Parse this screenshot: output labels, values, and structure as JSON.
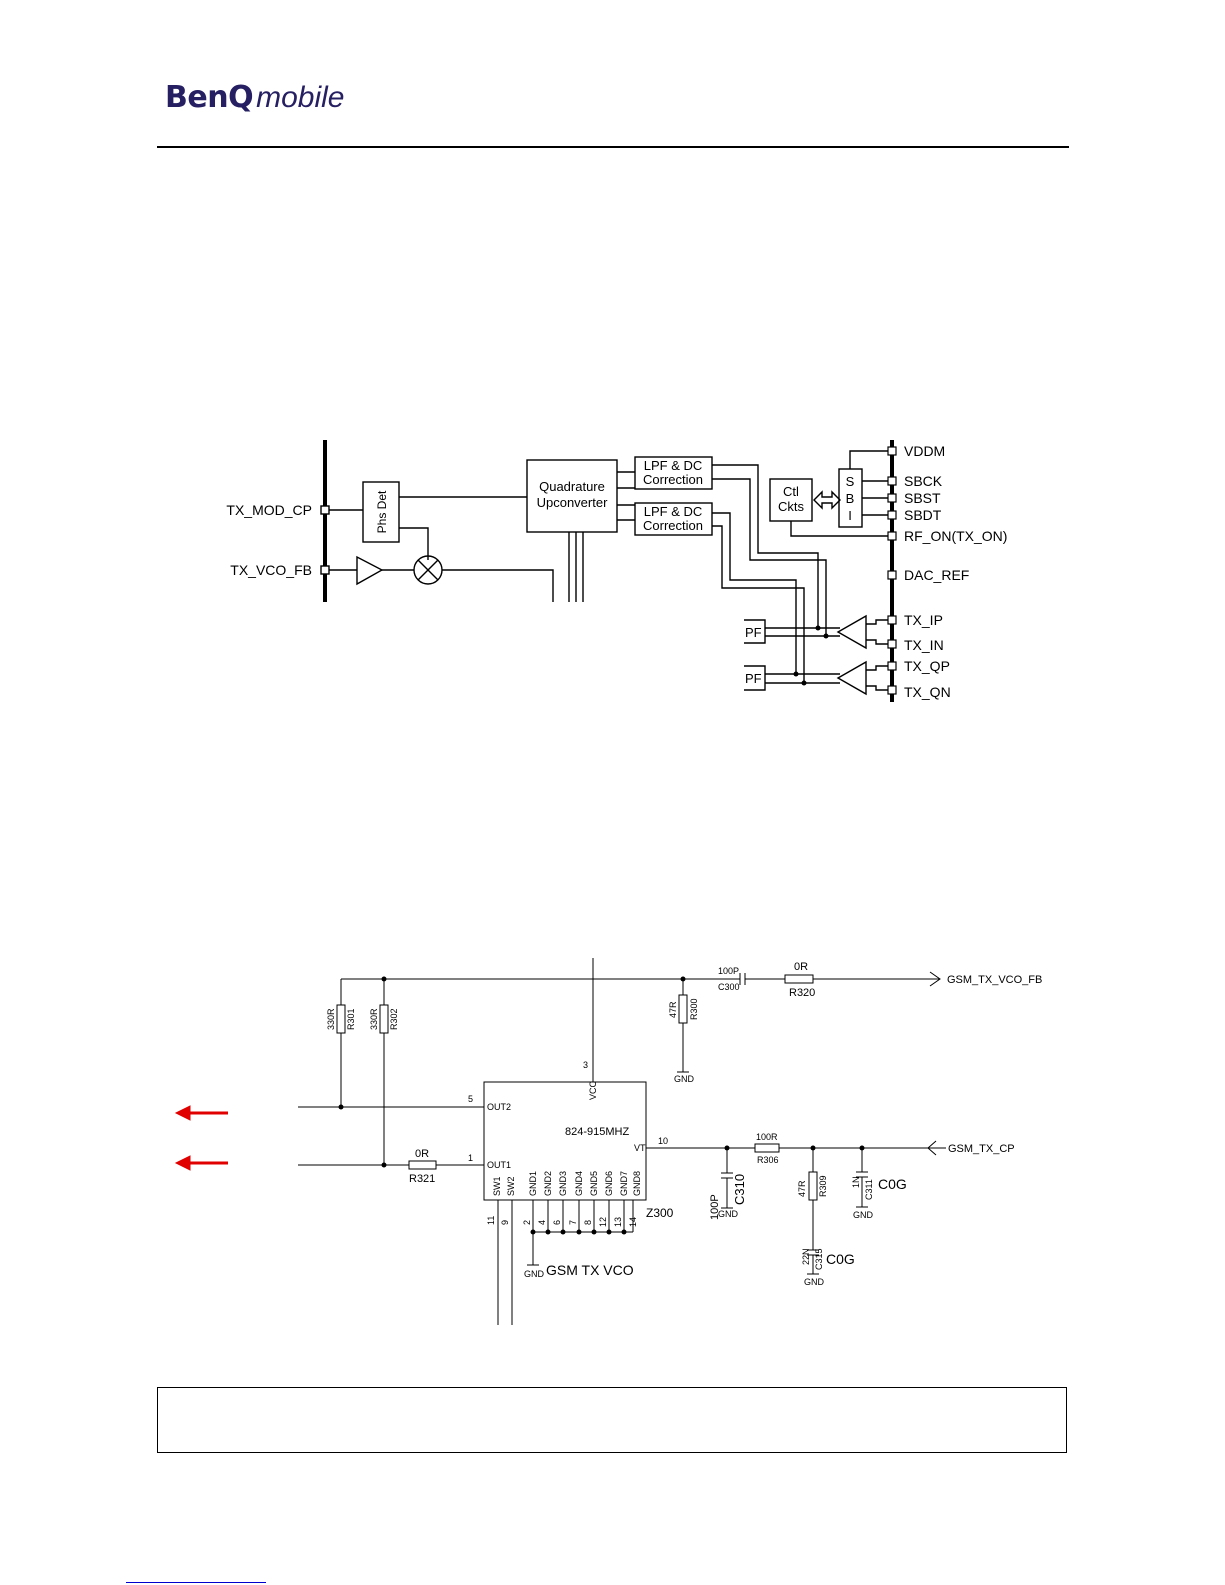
{
  "logo": {
    "brand": "BenQ",
    "sub": "mobile"
  },
  "block_diagram": {
    "left_ports": [
      "TX_MOD_CP",
      "TX_VCO_FB"
    ],
    "phs_det": "Phs Det",
    "quadrature": [
      "Quadrature",
      "Upconverter"
    ],
    "lpf_top": [
      "LPF & DC",
      "Correction"
    ],
    "lpf_bottom": [
      "LPF & DC",
      "Correction"
    ],
    "ctl": [
      "Ctl",
      "Ckts"
    ],
    "sbi": [
      "S",
      "B",
      "I"
    ],
    "right_ports": [
      "VDDM",
      "SBCK",
      "SBST",
      "SBDT",
      "RF_ON(TX_ON)",
      "DAC_REF",
      "TX_IP",
      "TX_IN",
      "TX_QP",
      "TX_QN"
    ],
    "partial_pf": [
      "PF",
      "PF"
    ]
  },
  "schematic": {
    "chip_freq": "824-915MHZ",
    "chip_ref": "Z300",
    "chip_label": "GSM TX VCO",
    "pin_out2": "OUT2",
    "pin_out1": "OUT1",
    "pin_vcc": "VCC",
    "pin_vt": "VT",
    "pin_sw": [
      "SW1",
      "SW2"
    ],
    "pin_gnd": [
      "GND1",
      "GND2",
      "GND3",
      "GND4",
      "GND5",
      "GND6",
      "GND7",
      "GND8"
    ],
    "pin_numbers": {
      "vcc": "3",
      "out2": "5",
      "out1": "1",
      "vt": "10",
      "sw": [
        "11",
        "9"
      ],
      "gnd": [
        "2",
        "4",
        "6",
        "7",
        "8",
        "12",
        "13",
        "14"
      ]
    },
    "r301": [
      "330R",
      "R301"
    ],
    "r302": [
      "330R",
      "R302"
    ],
    "r300": [
      "47R",
      "R300"
    ],
    "c300": [
      "100P",
      "C300"
    ],
    "r320": [
      "0R",
      "R320"
    ],
    "r321": [
      "0R",
      "R321"
    ],
    "r306": [
      "100R",
      "R306"
    ],
    "c310": [
      "100P",
      "C310"
    ],
    "r309": [
      "47R",
      "R309"
    ],
    "c315": [
      "22N",
      "C315",
      "C0G"
    ],
    "c311": [
      "1N",
      "C311",
      "C0G"
    ],
    "gnd": "GND",
    "net_fb": "GSM_TX_VCO_FB",
    "net_cp": "GSM_TX_CP"
  },
  "colors": {
    "logo": "#262063",
    "arrow": "#e00000",
    "link": "#0000cc"
  }
}
